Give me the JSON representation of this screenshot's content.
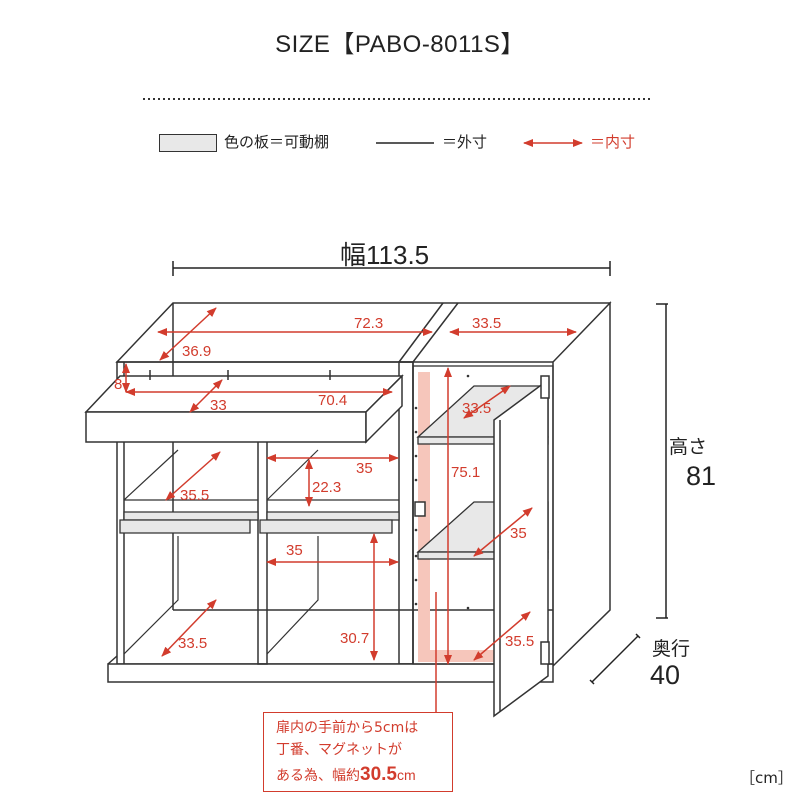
{
  "header": {
    "title": "SIZE【PABO-8011S】"
  },
  "legend": {
    "shelf_label": "色の板＝可動棚",
    "outer_label": "＝外寸",
    "inner_label": "＝内寸"
  },
  "outer": {
    "width_label": "幅113.5",
    "height_label": "高さ",
    "height_value": "81",
    "depth_label": "奥行",
    "depth_value": "40"
  },
  "inner": {
    "d72_3": "72.3",
    "d33_5_top": "33.5",
    "d36_9": "36.9",
    "d8": "8",
    "d33": "33",
    "d70_4": "70.4",
    "d33_5_right": "33.5",
    "d35_a": "35",
    "d75_1": "75.1",
    "d22_3": "22.3",
    "d35_5_left": "35.5",
    "d35_b": "35",
    "d35_c": "35",
    "d33_5_bottom": "33.5",
    "d30_7": "30.7",
    "d35_5_right": "35.5"
  },
  "note": {
    "line1": "扉内の手前から5cmは",
    "line2": "丁番、マグネットが",
    "line3a": "ある為、幅約",
    "line3b": "30.5",
    "line3c": "cm"
  },
  "unit": "［cm］",
  "colors": {
    "accent": "#d23c2d",
    "ink": "#333333",
    "panel_fill": "#ececec",
    "inner_highlight": "#f6c6bb"
  }
}
